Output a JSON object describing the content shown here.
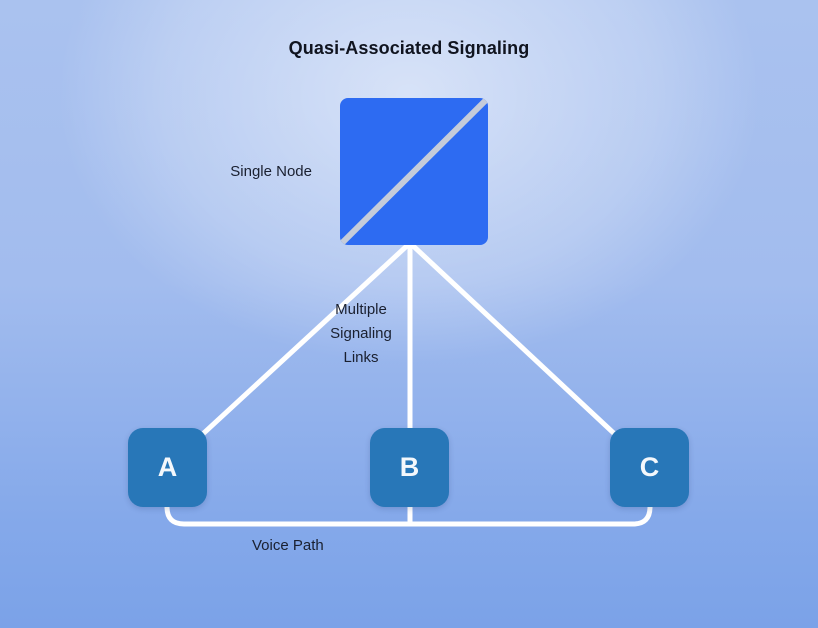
{
  "title": "Quasi-Associated Signaling",
  "diagram": {
    "single_node_label": "Single Node",
    "signaling_links_label": {
      "lines": [
        "Multiple",
        "Signaling",
        "Links"
      ]
    },
    "nodes": [
      {
        "label": "A"
      },
      {
        "label": "B"
      },
      {
        "label": "C"
      }
    ],
    "voice_path_label": "Voice Path"
  },
  "colors": {
    "background_top": "#d5e1f7",
    "background_bottom": "#7ba2e8",
    "single_node_fill": "#2d6bf2",
    "endpoint_node_fill": "#2877b8",
    "connector_line": "#ffffff",
    "diagonal_slash": "#c5ccda",
    "text": "#1a2030",
    "title_text": "#10141f"
  }
}
